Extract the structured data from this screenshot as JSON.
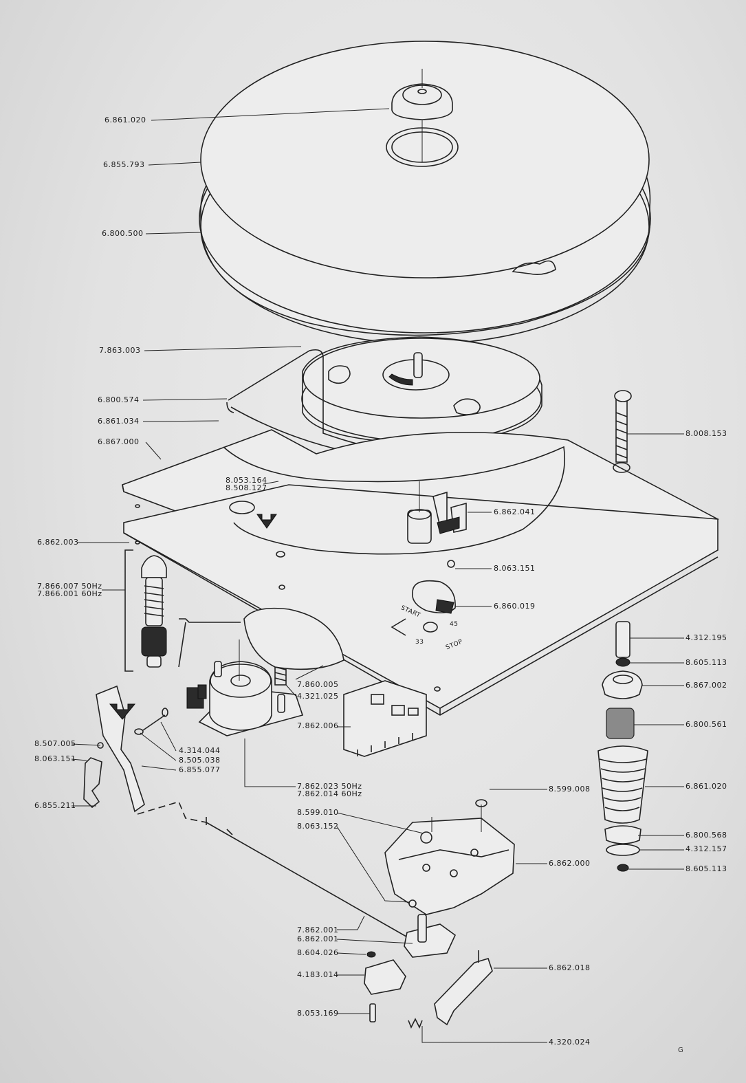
{
  "figure": {
    "page_mark": "G",
    "switch_text": {
      "start": "START",
      "stop": "STOP",
      "speed_33": "33",
      "speed_45": "45"
    }
  },
  "parts": [
    {
      "id": "p1",
      "number": "6.861.020"
    },
    {
      "id": "p2",
      "number": "6.855.793"
    },
    {
      "id": "p3",
      "number": "6.800.500"
    },
    {
      "id": "p4",
      "number": "7.863.003"
    },
    {
      "id": "p5",
      "number": "6.800.574"
    },
    {
      "id": "p6",
      "number": "6.861.034"
    },
    {
      "id": "p7",
      "number": "6.867.000"
    },
    {
      "id": "p8",
      "number": "8.053.164"
    },
    {
      "id": "p9",
      "number": "8.508.127"
    },
    {
      "id": "p10",
      "number": "6.862.003"
    },
    {
      "id": "p11",
      "number": "7.866.007  50Hz"
    },
    {
      "id": "p12",
      "number": "7.866.001  60Hz"
    },
    {
      "id": "p13",
      "number": "8.008.153"
    },
    {
      "id": "p14",
      "number": "6.862.041"
    },
    {
      "id": "p15",
      "number": "8.063.151"
    },
    {
      "id": "p16",
      "number": "6.860.019"
    },
    {
      "id": "p17",
      "number": "4.312.195"
    },
    {
      "id": "p18",
      "number": "8.605.113"
    },
    {
      "id": "p19",
      "number": "6.867.002"
    },
    {
      "id": "p20",
      "number": "6.800.561"
    },
    {
      "id": "p21",
      "number": "6.861.020"
    },
    {
      "id": "p22",
      "number": "6.800.568"
    },
    {
      "id": "p23",
      "number": "4.312.157"
    },
    {
      "id": "p24",
      "number": "8.605.113"
    },
    {
      "id": "p25",
      "number": "7.860.005"
    },
    {
      "id": "p26",
      "number": "4.321.025"
    },
    {
      "id": "p27",
      "number": "7.862.006"
    },
    {
      "id": "p28",
      "number": "8.507.005"
    },
    {
      "id": "p29",
      "number": "8.063.151"
    },
    {
      "id": "p30",
      "number": "4.314.044"
    },
    {
      "id": "p31",
      "number": "8.505.038"
    },
    {
      "id": "p32",
      "number": "6.855.077"
    },
    {
      "id": "p33",
      "number": "6.855.211"
    },
    {
      "id": "p34",
      "number": "7.862.023  50Hz"
    },
    {
      "id": "p35",
      "number": "7.862.014  60Hz"
    },
    {
      "id": "p36",
      "number": "8.599.008"
    },
    {
      "id": "p37",
      "number": "8.599.010"
    },
    {
      "id": "p38",
      "number": "8.063.152"
    },
    {
      "id": "p39",
      "number": "6.862.000"
    },
    {
      "id": "p40",
      "number": "7.862.001"
    },
    {
      "id": "p41",
      "number": "6.862.001"
    },
    {
      "id": "p42",
      "number": "8.604.026"
    },
    {
      "id": "p43",
      "number": "4.183.014"
    },
    {
      "id": "p44",
      "number": "6.862.018"
    },
    {
      "id": "p45",
      "number": "8.053.169"
    },
    {
      "id": "p46",
      "number": "4.320.024"
    }
  ]
}
